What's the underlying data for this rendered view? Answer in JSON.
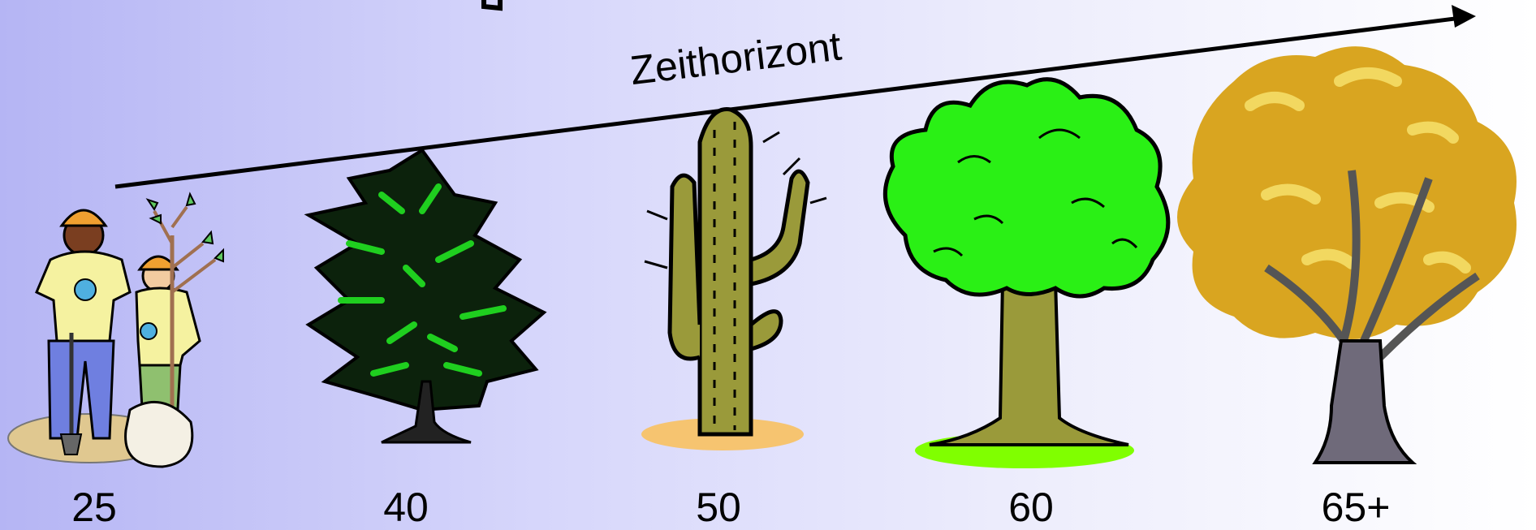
{
  "timeline": {
    "label": "Zeithorizont",
    "stages": [
      {
        "age": "25",
        "icon": "planting-people-icon"
      },
      {
        "age": "40",
        "icon": "pine-tree-icon"
      },
      {
        "age": "50",
        "icon": "cactus-icon"
      },
      {
        "age": "60",
        "icon": "deciduous-tree-icon"
      },
      {
        "age": "65+",
        "icon": "autumn-tree-icon"
      }
    ]
  },
  "colors": {
    "background_start": "#b5b5f4",
    "background_end": "#ffffff",
    "arrow": "#000000",
    "pine_green": "#1fcf1f",
    "cactus_olive": "#9a9a3a",
    "tree_green": "#22ee11",
    "autumn_gold": "#d9a520"
  }
}
